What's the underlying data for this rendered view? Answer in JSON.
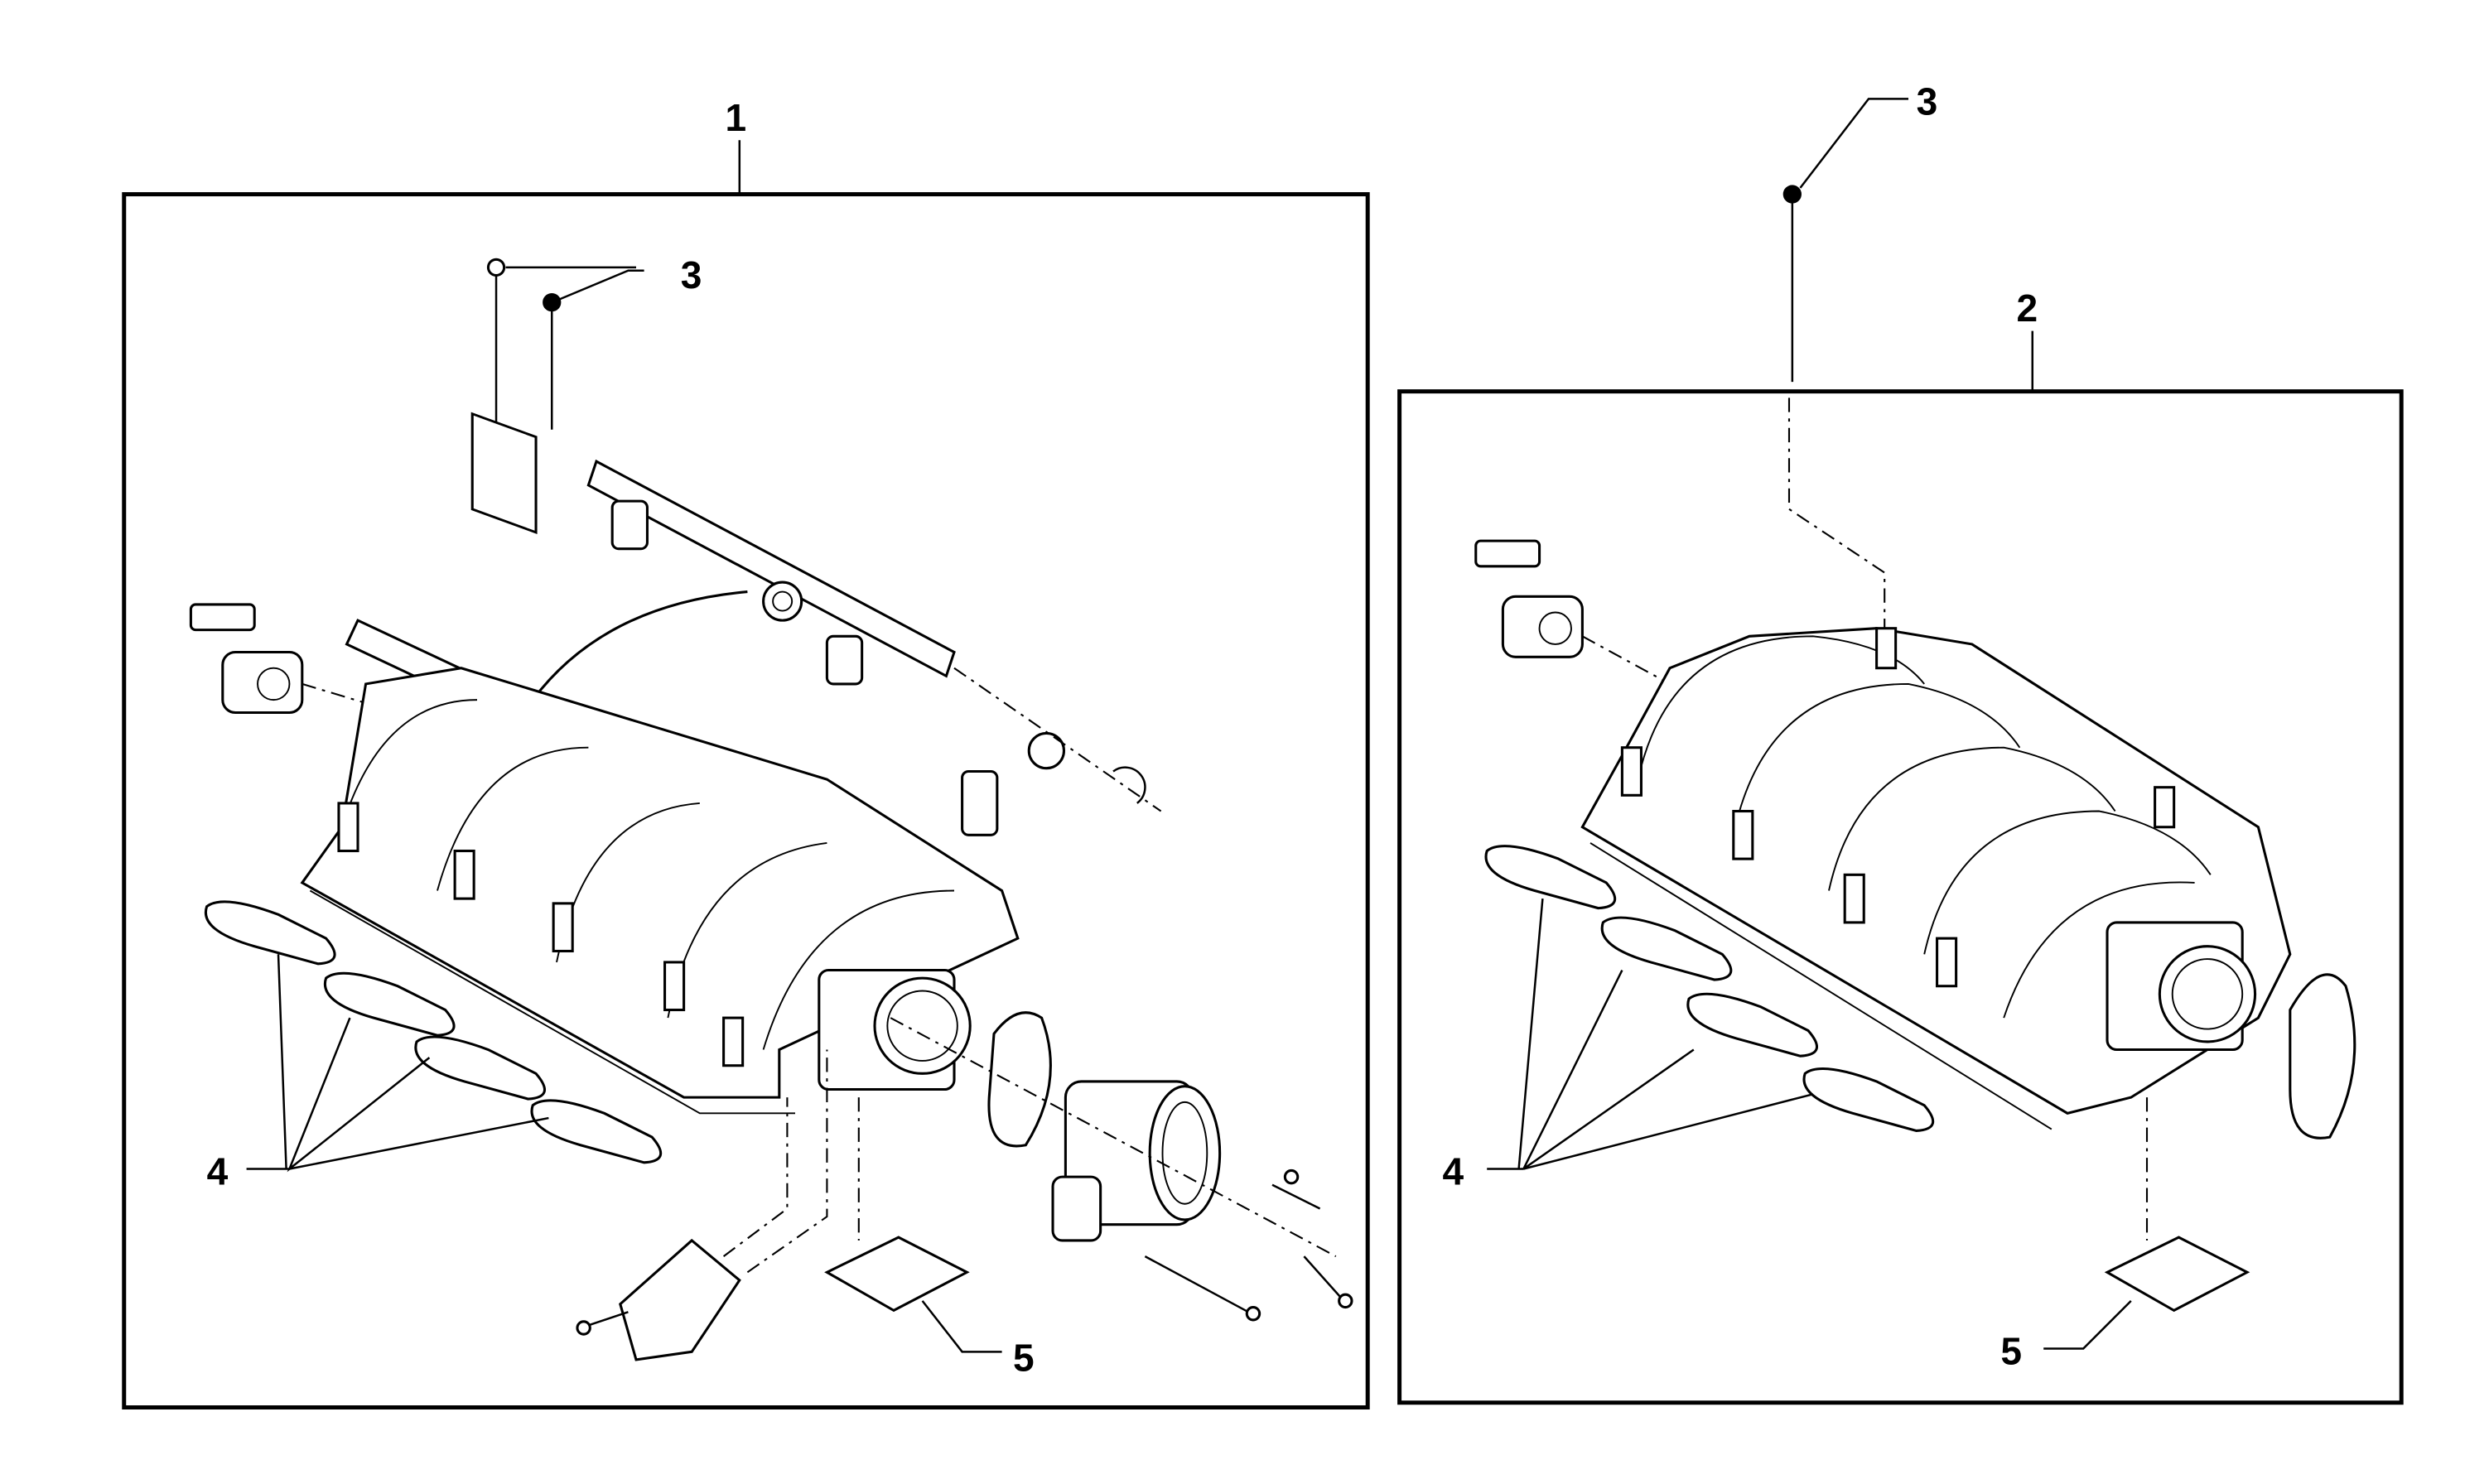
{
  "diagram": {
    "type": "exploded parts diagram - intake manifold assemblies",
    "callouts": {
      "assembly_1": "1",
      "assembly_2": "2",
      "bolt_box1": "3",
      "bolt_box2": "3",
      "gasket_box1": "4",
      "gasket_box2": "4",
      "seal_box1": "5",
      "seal_box2": "5"
    }
  }
}
